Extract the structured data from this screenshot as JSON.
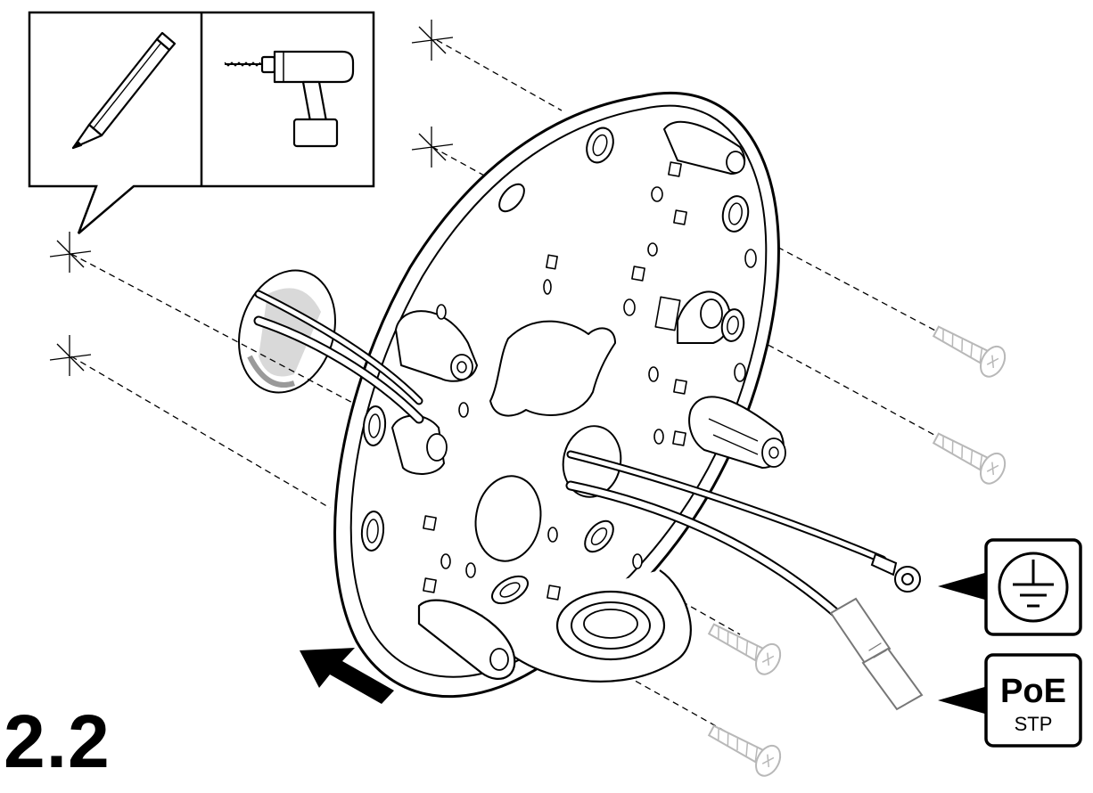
{
  "step": {
    "number": "2.2"
  },
  "tools": {
    "items": [
      "pencil-icon",
      "drill-icon"
    ]
  },
  "badges": {
    "ground": {
      "icon": "ground-symbol-icon"
    },
    "poe": {
      "title": "PoE",
      "subtitle": "STP"
    }
  },
  "hardware": {
    "screw_count": 4,
    "mounting_points": 4
  },
  "arrow": {
    "icon": "push-direction-arrow-icon"
  },
  "colors": {
    "line": "#000000",
    "ghost": "#b8b8b8",
    "background": "#ffffff"
  }
}
